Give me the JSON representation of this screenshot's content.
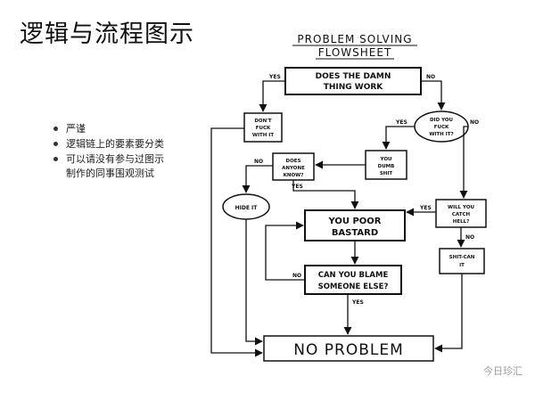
{
  "slide": {
    "title": "逻辑与流程图示",
    "bullets": [
      "严谨",
      "逻辑链上的要素要分类",
      "可以请没有参与过图示\n制作的同事围观测试"
    ]
  },
  "flowchart": {
    "title_line1": "PROBLEM SOLVING",
    "title_line2": "FLOWSHEET",
    "nodes": {
      "works_l1": "DOES THE DAMN",
      "works_l2": "THING WORK",
      "dontfuck_l1": "DON'T",
      "dontfuck_l2": "FUCK",
      "dontfuck_l3": "WITH IT",
      "fuckwith_l1": "DID YOU",
      "fuckwith_l2": "FUCK",
      "fuckwith_l3": "WITH IT?",
      "dumb_l1": "YOU",
      "dumb_l2": "DUMB",
      "dumb_l3": "SHIT",
      "anyone_l1": "DOES",
      "anyone_l2": "ANYONE",
      "anyone_l3": "KNOW?",
      "hide": "HIDE IT",
      "bastard_l1": "YOU POOR",
      "bastard_l2": "BASTARD",
      "catch_l1": "WILL YOU",
      "catch_l2": "CATCH",
      "catch_l3": "HELL?",
      "shitcan_l1": "SHIT-CAN",
      "shitcan_l2": "IT",
      "blame_l1": "CAN YOU BLAME",
      "blame_l2": "SOMEONE ELSE?",
      "noproblem": "NO PROBLEM"
    },
    "labels": {
      "yes_works": "YES",
      "no_works": "NO",
      "yes_fuckwith": "YES",
      "no_fuckwith": "NO",
      "no_anyone": "NO",
      "yes_anyone": "YES",
      "yes_catch": "YES",
      "no_catch": "NO",
      "no_blame": "NO",
      "yes_blame": "YES"
    }
  },
  "watermark": "今日珍汇"
}
